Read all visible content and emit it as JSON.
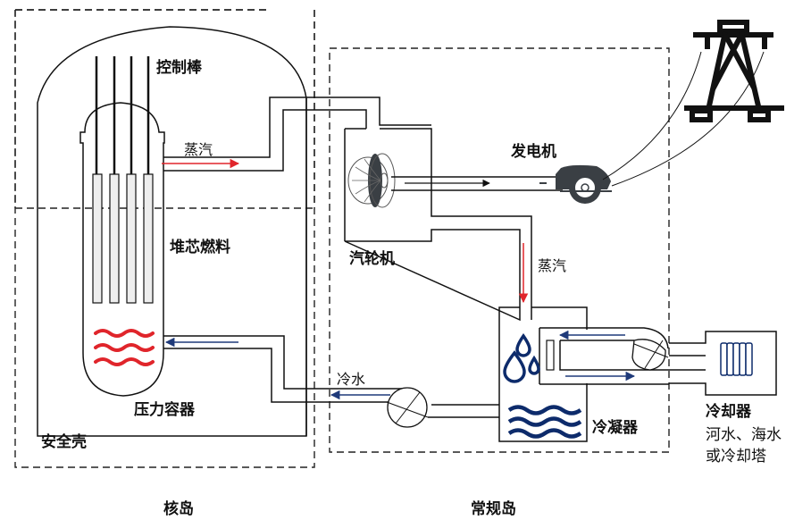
{
  "diagram": {
    "type": "nuclear-power-plant-schematic",
    "regions": {
      "nuclear_island": "核岛",
      "conventional_island": "常规岛"
    },
    "labels": {
      "control_rods": "控制棒",
      "steam_out": "蒸汽",
      "core_fuel": "堆芯燃料",
      "pressure_vessel": "压力容器",
      "containment": "安全壳",
      "turbine": "汽轮机",
      "generator": "发电机",
      "steam_to_condenser": "蒸汽",
      "cold_water": "冷水",
      "condenser": "冷凝器",
      "cooler": "冷却器",
      "cooler_desc_line1": "河水、海水",
      "cooler_desc_line2": "或冷却塔"
    },
    "colors": {
      "line": "#111111",
      "steam_arrow": "#e0252b",
      "water_arrow": "#1f3a7a",
      "heat": "#e0252b",
      "water_icon": "#0d2b6b",
      "fuel_rod_fill": "#eeeeee",
      "equipment_gray": "#3a3f44"
    },
    "control_rod_count": 4,
    "heat_wave_count": 3,
    "condenser_wave_count": 3
  }
}
